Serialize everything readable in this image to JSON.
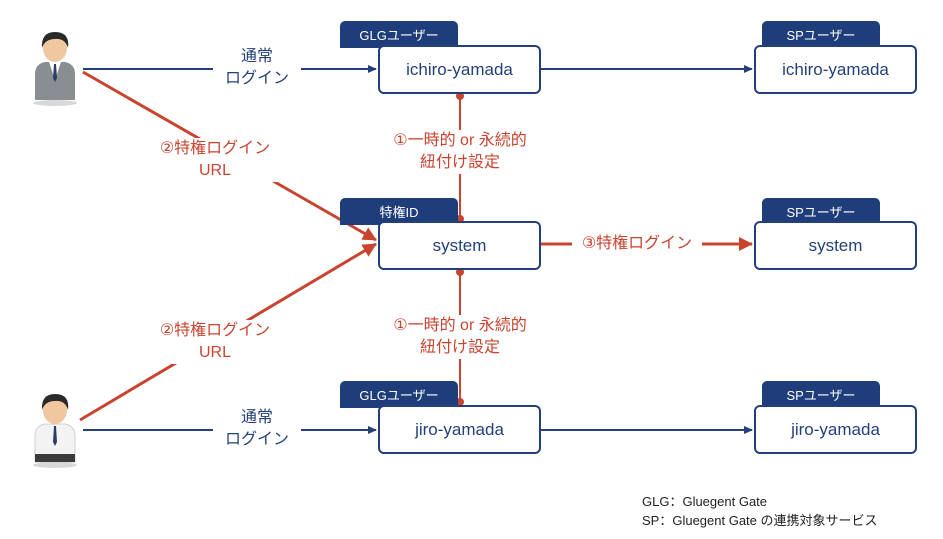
{
  "labels": {
    "normal_login": [
      "通常",
      "ログイン"
    ],
    "priv_login_url": [
      "②特権ログイン",
      "URL"
    ],
    "link_setting": [
      "①一時的 or 永続的",
      "紐付け設定"
    ],
    "priv_login": "③特権ログイン"
  },
  "tags": {
    "glg_user": "GLGユーザー",
    "sp_user": "SPユーザー",
    "priv_id": "特権ID"
  },
  "boxes": {
    "glg_top": "ichiro-yamada",
    "sp_top": "ichiro-yamada",
    "priv": "system",
    "sp_mid": "system",
    "glg_bottom": "jiro-yamada",
    "sp_bottom": "jiro-yamada"
  },
  "legend": {
    "line1": "GLG：Gluegent Gate",
    "line2": "SP：Gluegent Gate の連携対象サービス"
  },
  "colors": {
    "blue": "#24407a",
    "tag": "#1f3d7a",
    "red": "#c8442e"
  }
}
